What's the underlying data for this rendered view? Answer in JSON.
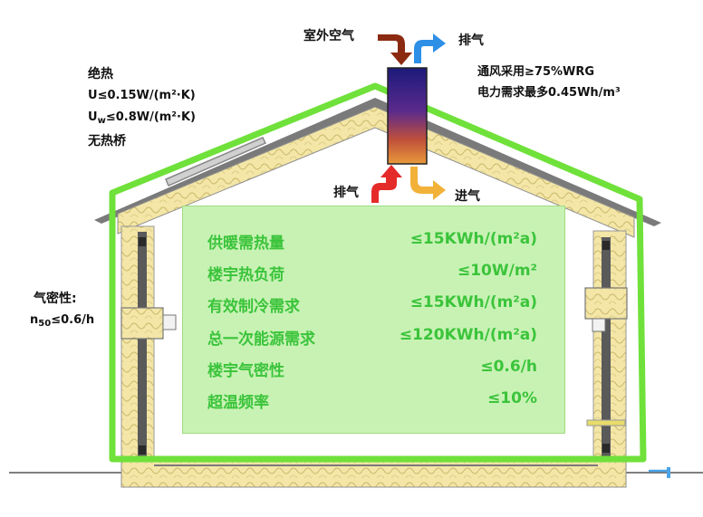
{
  "airflow": {
    "outdoor_air": "室外空气",
    "exhaust_top": "排气",
    "exhaust_inside": "排气",
    "supply_air": "进气",
    "ventilation_line1": "通风采用≥75%WRG",
    "ventilation_line2": "电力需求最多0.45Wh/m³"
  },
  "insulation": {
    "title": "绝热",
    "u_prefix": "U",
    "u_value": "≤0.15W/(m²·K)",
    "uw_prefix": "U",
    "uw_sub": "w",
    "uw_value": "≤0.8W/(m²·K)",
    "no_bridge": "无热桥"
  },
  "airtightness": {
    "title": "气密性:",
    "n_prefix": "n",
    "n_sub": "50",
    "n_value": "≤0.6/h"
  },
  "requirements": [
    {
      "label": "供暖需热量",
      "value": "≤15KWh/(m²a)"
    },
    {
      "label": "楼宇热负荷",
      "value": "≤10W/m²"
    },
    {
      "label": "有效制冷需求",
      "value": "≤15KWh/(m²a)"
    },
    {
      "label": "总一次能源需求",
      "value": "≤120KWh/(m²a)"
    },
    {
      "label": "楼宇气密性",
      "value": "≤0.6/h"
    },
    {
      "label": "超温频率",
      "value": "≤10%"
    }
  ],
  "colors": {
    "envelope_green": "#6fe13a",
    "insulation_fill": "#f3e6a6",
    "panel_fill": "#c8f2b4",
    "panel_text": "#3bc43b",
    "roof_gray": "#707070",
    "arrow_outdoor": "#8b2a10",
    "arrow_exhaust": "#2e8fe6",
    "arrow_inside_exhaust": "#e52a2a",
    "arrow_supply": "#f2b23a"
  }
}
